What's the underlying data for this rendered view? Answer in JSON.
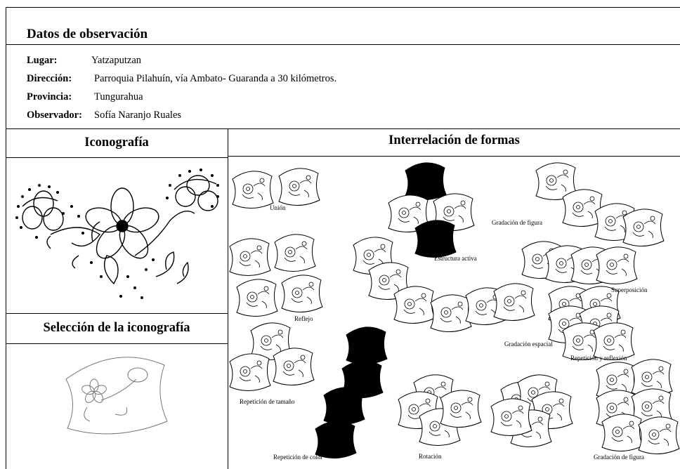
{
  "header": {
    "title": "Datos de observación"
  },
  "fields": [
    {
      "label": "Lugar:",
      "value": "Yatzaputzan"
    },
    {
      "label": "Dirección:",
      "value": "Parroquia Pilahuín,  vía Ambato- Guaranda a  30 kilómetros."
    },
    {
      "label": "Provincia:",
      "value": "Tungurahua"
    },
    {
      "label": "Observador:",
      "value": "Sofía Naranjo Ruales"
    }
  ],
  "sections": {
    "iconografia": "Iconografía",
    "seleccion": "Selección de la iconografía",
    "interrelacion": "Interrelación de formas"
  },
  "form_labels": {
    "union": "Unión",
    "estructura_activa": "Estructura activa",
    "gradacion_figura_1": "Gradación de figura",
    "superposicion": "Superposición",
    "reflejo": "Reflejo",
    "gradacion_espacial": "Gradación espacial",
    "repeticion_reflexion": "Repetición y reflexión",
    "repeticion_tamano": "Repetición de tamaño",
    "repeticion_color": "Repetición de color",
    "rotacion": "Rotación",
    "gradacion_figura_2": "Gradación de figura"
  }
}
